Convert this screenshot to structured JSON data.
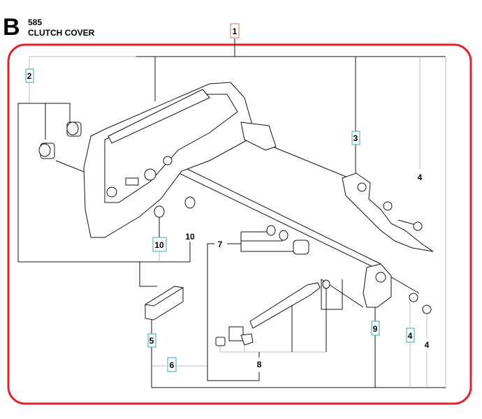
{
  "header": {
    "section": "B",
    "model": "585",
    "title": "CLUTCH COVER"
  },
  "colors": {
    "frame": "#e8202a",
    "highlight_box": "#33aabb",
    "main_box": "#e07050"
  },
  "callouts": [
    {
      "number": "1",
      "style": "main"
    },
    {
      "number": "2",
      "style": "boxed"
    },
    {
      "number": "3",
      "style": "boxed"
    },
    {
      "number": "4",
      "style": "plain"
    },
    {
      "number": "10",
      "style": "boxed"
    },
    {
      "number": "10",
      "style": "plain"
    },
    {
      "number": "7",
      "style": "plain"
    },
    {
      "number": "5",
      "style": "boxed"
    },
    {
      "number": "6",
      "style": "boxed"
    },
    {
      "number": "8",
      "style": "plain"
    },
    {
      "number": "9",
      "style": "boxed"
    },
    {
      "number": "4",
      "style": "boxed"
    },
    {
      "number": "4",
      "style": "plain"
    }
  ]
}
